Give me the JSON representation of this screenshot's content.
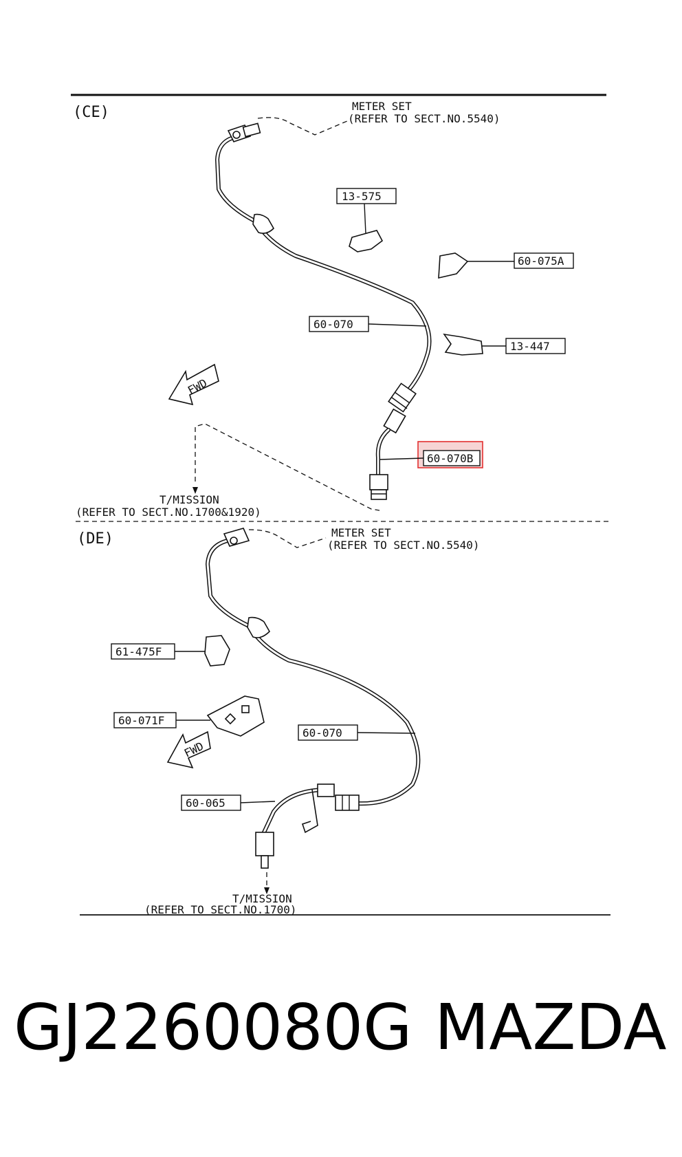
{
  "sections": {
    "ce": {
      "title": "(CE)",
      "meter_set": "METER SET",
      "meter_ref": "(REFER TO SECT.NO.5540)",
      "tmission": "T/MISSION",
      "tmission_ref": "(REFER TO SECT.NO.1700&1920)",
      "fwd": "FWD",
      "parts": {
        "p1": "13-575",
        "p2": "60-075A",
        "p3": "60-070",
        "p4": "13-447",
        "p5": "60-070B"
      }
    },
    "de": {
      "title": "(DE)",
      "meter_set": "METER SET",
      "meter_ref": "(REFER TO SECT.NO.5540)",
      "tmission": "T/MISSION",
      "tmission_ref": "(REFER TO SECT.NO.1700)",
      "fwd": "FWD",
      "parts": {
        "p1": "61-475F",
        "p2": "60-071F",
        "p3": "60-070",
        "p4": "60-065"
      }
    }
  },
  "highlight_color": "#e23030",
  "caption": {
    "part_number": "GJ2260080G",
    "brand": "MAZDA"
  }
}
